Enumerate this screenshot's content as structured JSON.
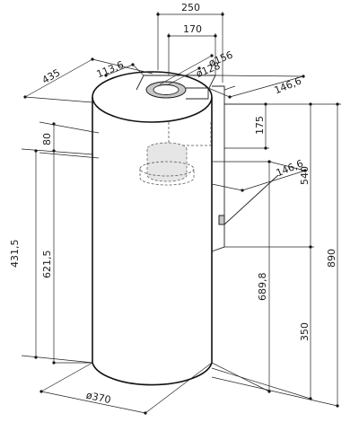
{
  "dimensions": {
    "top_width_outer": "250",
    "top_width_inner": "170",
    "depth_total": "435",
    "offset_side": "113,6",
    "duct_outer_diameter": "ø156",
    "duct_inner_diameter": "ø128",
    "bracket_depth_top": "146,6",
    "bracket_depth_mid": "146,6",
    "bracket_height": "175",
    "offset_top": "80",
    "height_540": "540",
    "height_890": "890",
    "height_431": "431,5",
    "height_621": "621,5",
    "height_689": "689,8",
    "height_350": "350",
    "base_diameter": "ø370"
  }
}
